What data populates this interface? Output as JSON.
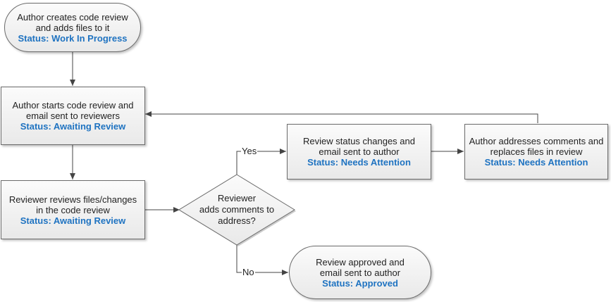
{
  "nodes": {
    "start": {
      "line1": "Author creates code review",
      "line2": "and adds files to it",
      "status": "Status: Work In Progress"
    },
    "start_review": {
      "line1": "Author starts code review and",
      "line2": "email sent to reviewers",
      "status": "Status: Awaiting Review"
    },
    "reviewer_reviews": {
      "line1": "Reviewer reviews files/changes",
      "line2": "in the code review",
      "status": "Status: Awaiting Review"
    },
    "decision": {
      "line1": "Reviewer",
      "line2": "adds comments to",
      "line3": "address?"
    },
    "status_changes": {
      "line1": "Review status changes and",
      "line2": "email sent to author",
      "status": "Status: Needs Attention"
    },
    "author_addresses": {
      "line1": "Author addresses comments and",
      "line2": "replaces files in review",
      "status": "Status: Needs Attention"
    },
    "approved": {
      "line1": "Review approved and",
      "line2": "email sent to author",
      "status": "Status: Approved"
    }
  },
  "edge_labels": {
    "yes": "Yes",
    "no": "No"
  },
  "colors": {
    "status_text": "#1f73c1",
    "border": "#6b6b6b",
    "connector": "#444444"
  }
}
